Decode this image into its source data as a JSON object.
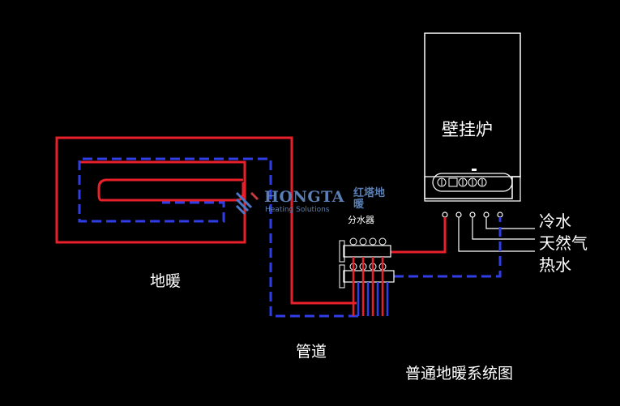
{
  "boiler": {
    "title": "壁挂炉"
  },
  "labels": {
    "floor_heating": "地暖",
    "pipe": "管道",
    "manifold": "分水器",
    "diagram_title": "普通地暖系统图"
  },
  "connections": [
    {
      "id": "cold",
      "label": "冷水"
    },
    {
      "id": "gas",
      "label": "天然气"
    },
    {
      "id": "hot",
      "label": "热水"
    }
  ],
  "brand": {
    "name": "HONGTA",
    "name_cn": "红塔地暖",
    "tagline": "Heating Solutions"
  },
  "colors": {
    "background": "#000000",
    "supply_pipe": "#e8202a",
    "return_pipe": "#2f3ee6",
    "outline": "#ffffff",
    "brand": "#5a7fb4"
  }
}
